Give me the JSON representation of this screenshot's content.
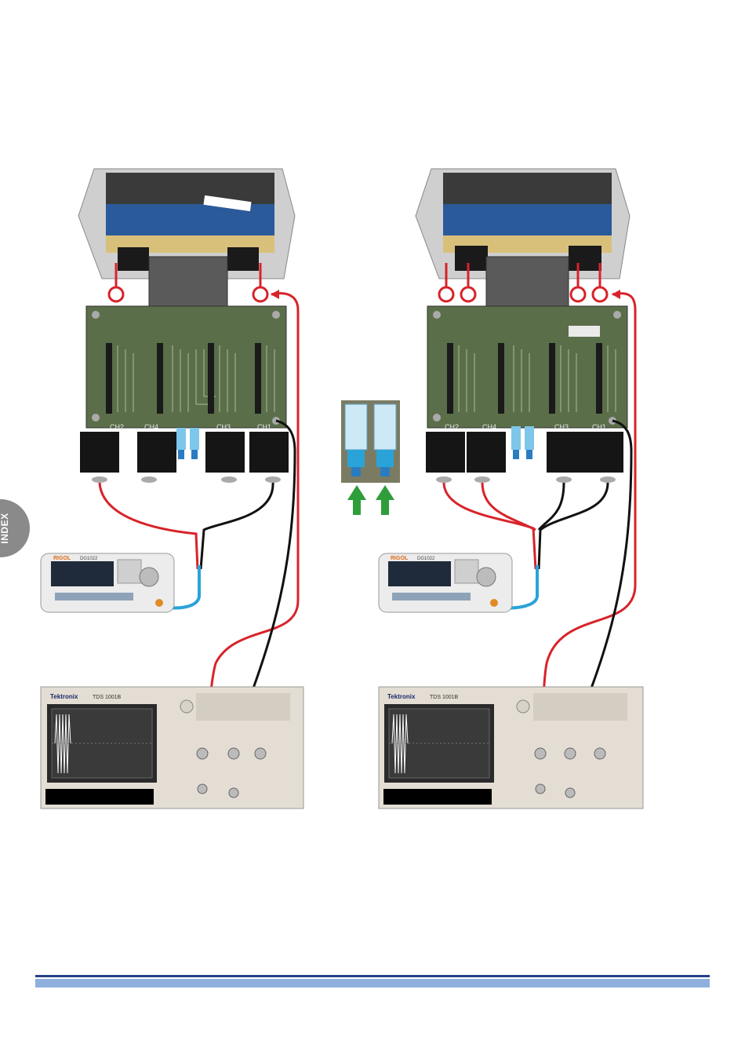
{
  "side_tab": {
    "label": "INDEX"
  },
  "panels": [
    {
      "id": "left",
      "board": {
        "channels": [
          "CH2",
          "CH4",
          "CH3",
          "CH1"
        ]
      },
      "generator": {
        "brand": "RIGOL",
        "model": "DG1022"
      },
      "oscilloscope": {
        "brand": "Tektronix",
        "model": "TDS 1001B"
      }
    },
    {
      "id": "right",
      "board": {
        "channels": [
          "CH2",
          "CH4",
          "CH3",
          "CH1"
        ]
      },
      "generator": {
        "brand": "RIGOL",
        "model": "DG1022"
      },
      "oscilloscope": {
        "brand": "Tektronix",
        "model": "TDS 1001B"
      }
    }
  ],
  "colors": {
    "signal_red": "#d8232a",
    "ground_black": "#111111",
    "bnc_blue": "#2aa3d8",
    "arrow_green": "#2e9e3a",
    "footer_blue": "#3b5aa8",
    "pcb_green": "#5b6e4a"
  },
  "icons": [
    "index-tab",
    "green-up-arrow"
  ]
}
